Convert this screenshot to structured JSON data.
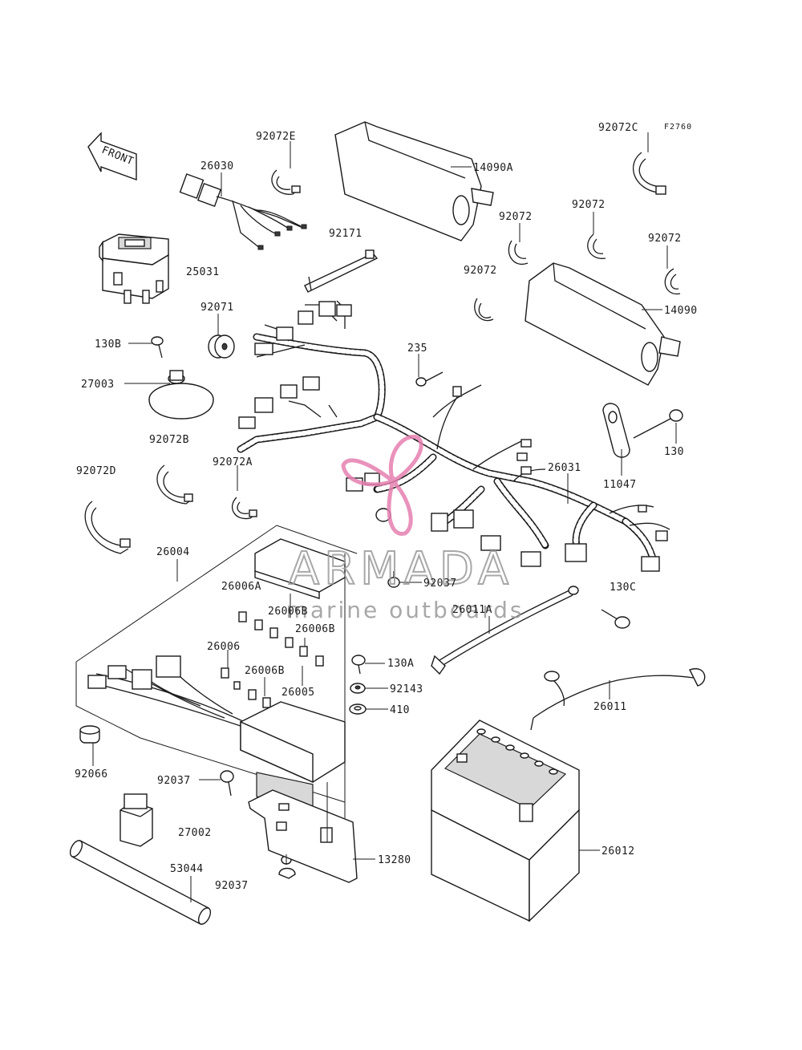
{
  "figure_code": "F2760",
  "front_arrow": {
    "text": "FRONT"
  },
  "watermark": {
    "brand": "ARMADA",
    "tagline": "marine outboards",
    "logo_icon": "propeller-icon",
    "brand_color": "#e680b0",
    "text_color": "#9a9a9a"
  },
  "part_labels": [
    "92072E",
    "26030",
    "14090A",
    "92072C",
    "92171",
    "25031",
    "92072",
    "92072",
    "92072",
    "92072",
    "14090",
    "92071",
    "130B",
    "235",
    "27003",
    "92072B",
    "11047",
    "130",
    "92072D",
    "92072A",
    "26031",
    "26004",
    "92037",
    "26006A",
    "130C",
    "26006B",
    "26011A",
    "26006B",
    "26006",
    "130A",
    "26006B",
    "26005",
    "92143",
    "410",
    "26011",
    "92066",
    "92037",
    "27002",
    "26012",
    "13280",
    "53044",
    "92037"
  ]
}
